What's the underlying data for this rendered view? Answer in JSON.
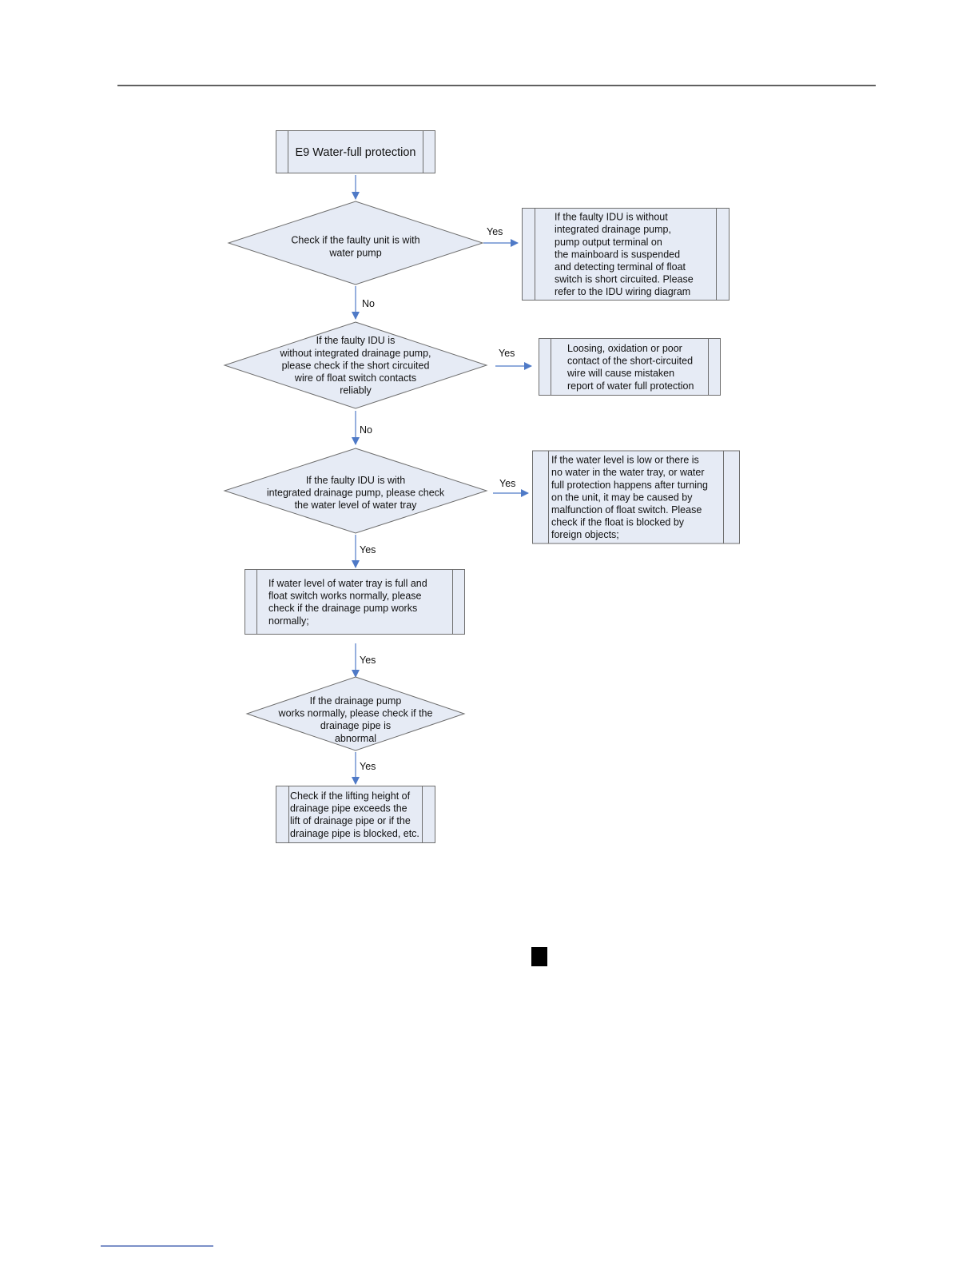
{
  "diagram": {
    "colors": {
      "node_fill": "#E6EBF5",
      "node_stroke": "#6E6E6E",
      "arrow": "#4F7AC7",
      "header_rule": "#000000",
      "footer_rule": "#2F4FA8",
      "marker": "#000000"
    },
    "nodes": [
      {
        "id": "start",
        "shape": "process",
        "lines": [
          "E9 Water-full protection"
        ]
      },
      {
        "id": "d1",
        "shape": "decision",
        "lines": [
          "Check if the faulty unit is with",
          "water pump"
        ]
      },
      {
        "id": "r1",
        "shape": "process",
        "lines": [
          "If the faulty IDU is without",
          "integrated drainage pump,",
          "pump output terminal on",
          "the mainboard is suspended",
          "and detecting terminal of float",
          "switch is short circuited. Please",
          "refer to the IDU wiring diagram"
        ]
      },
      {
        "id": "d2",
        "shape": "decision",
        "lines": [
          "If the faulty IDU is",
          "without integrated drainage pump,",
          "please check if the short circuited",
          "wire of float switch contacts",
          "reliably"
        ]
      },
      {
        "id": "r2",
        "shape": "process",
        "lines": [
          "Loosing, oxidation or poor",
          "contact of the short-circuited",
          "wire will cause mistaken",
          "report of water full protection"
        ]
      },
      {
        "id": "d3",
        "shape": "decision",
        "lines": [
          "If the faulty IDU is with",
          "integrated drainage pump, please check",
          "the water level of water tray"
        ]
      },
      {
        "id": "r3",
        "shape": "process",
        "lines": [
          "If the water level is low or there is",
          "no water in the water tray, or water",
          "full protection happens after turning",
          "on the unit, it may be caused by",
          "malfunction of float switch. Please",
          "check if the float is blocked by",
          "foreign objects;"
        ]
      },
      {
        "id": "p4",
        "shape": "process",
        "lines": [
          "If water level of water tray is full and",
          "float switch works normally, please",
          "check if the drainage pump works",
          "normally;"
        ]
      },
      {
        "id": "d5",
        "shape": "decision",
        "lines": [
          "If the drainage pump",
          "works normally, please check if the",
          "drainage pipe is",
          "abnormal"
        ]
      },
      {
        "id": "p6",
        "shape": "process",
        "lines": [
          "Check if the lifting height of",
          "drainage pipe exceeds the",
          "lift of drainage pipe or if the",
          "drainage pipe is blocked, etc."
        ]
      }
    ],
    "edges": [
      {
        "from": "start",
        "to": "d1",
        "label": ""
      },
      {
        "from": "d1",
        "to": "r1",
        "label": "Yes"
      },
      {
        "from": "d1",
        "to": "d2",
        "label": "No"
      },
      {
        "from": "d2",
        "to": "r2",
        "label": "Yes"
      },
      {
        "from": "d2",
        "to": "d3",
        "label": "No"
      },
      {
        "from": "d3",
        "to": "r3",
        "label": "Yes"
      },
      {
        "from": "d3",
        "to": "p4",
        "label": "Yes"
      },
      {
        "from": "p4",
        "to": "d5",
        "label": "Yes"
      },
      {
        "from": "d5",
        "to": "p6",
        "label": "Yes"
      }
    ]
  }
}
